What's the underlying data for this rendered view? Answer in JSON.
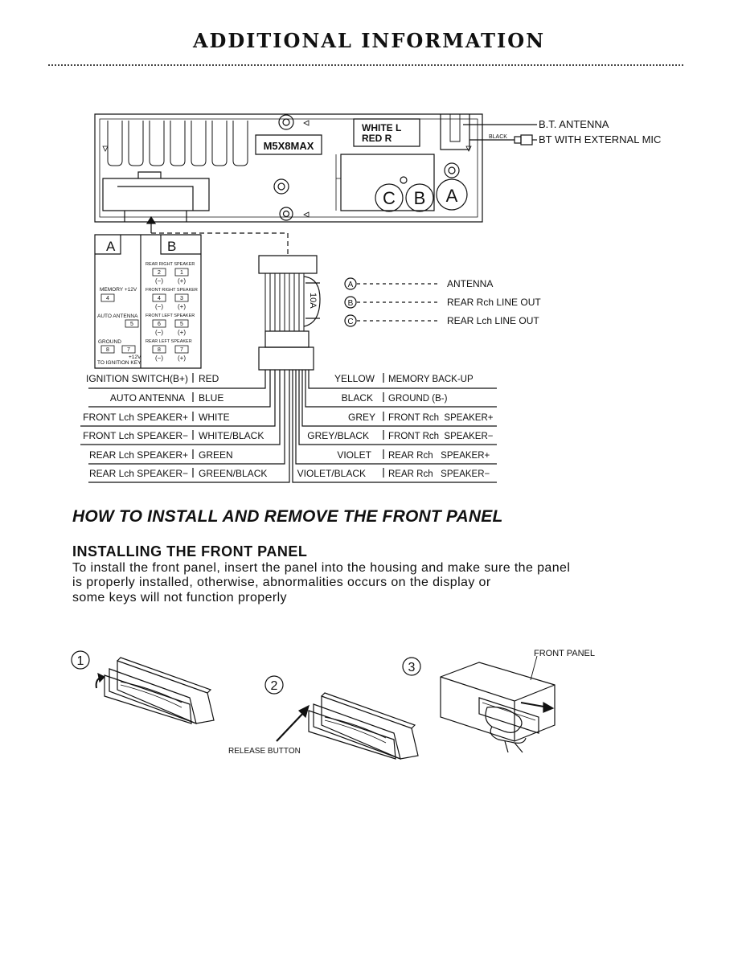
{
  "page": {
    "title": "ADDITIONAL INFORMATION"
  },
  "unit": {
    "model": "M5X8MAX",
    "wl_line1": "WHITE  L",
    "wl_line2": "RED      R",
    "socket_c": "C",
    "socket_b": "B",
    "socket_a": "A",
    "bt_antenna": "B.T. ANTENNA",
    "black_tag": "BLACK",
    "bt_mic": "BT WITH EXTERNAL MIC"
  },
  "connector": {
    "a_header": "A",
    "b_header": "B",
    "memory": "MEMORY +12V",
    "auto_antenna": "AUTO ANTENNA",
    "ground": "GROUND",
    "plus12": "+12V",
    "ign_key": "TO IGNITION KEY",
    "rr_spk": "REAR RIGHT SPEAKER",
    "fr_spk": "FRONT RIGHT SPEAKER",
    "fl_spk": "FRONT LEFT SPEAKER",
    "rl_spk": "REAR LEFT SPEAKER",
    "neg": "(−)",
    "pos": "(+)",
    "pins": {
      "a4": "4",
      "a5": "5",
      "a8": "8",
      "a7": "7",
      "b2": "2",
      "b1": "1",
      "b4": "4",
      "b3": "3",
      "b6": "6",
      "b5": "5",
      "b8": "8",
      "b7": "7"
    }
  },
  "fuse": "10A",
  "legend": [
    {
      "letter": "A",
      "text": "ANTENNA"
    },
    {
      "letter": "B",
      "text": "REAR Rch LINE OUT"
    },
    {
      "letter": "C",
      "text": "REAR Lch LINE OUT"
    }
  ],
  "wires_left": [
    {
      "func": "IGNITION SWITCH(B+)",
      "color": "RED"
    },
    {
      "func": "AUTO ANTENNA",
      "color": "BLUE"
    },
    {
      "func": "FRONT Lch SPEAKER+",
      "color": "WHITE"
    },
    {
      "func": "FRONT Lch SPEAKER−",
      "color": "WHITE/BLACK"
    },
    {
      "func": "REAR Lch SPEAKER+",
      "color": "GREEN"
    },
    {
      "func": "REAR Lch SPEAKER−",
      "color": "GREEN/BLACK"
    }
  ],
  "wires_right": [
    {
      "color": "YELLOW",
      "func": "MEMORY BACK-UP"
    },
    {
      "color": "BLACK",
      "func": "GROUND (B-)"
    },
    {
      "color": "GREY",
      "func": "FRONT Rch  SPEAKER+"
    },
    {
      "color": "GREY/BLACK",
      "func": "FRONT Rch  SPEAKER−"
    },
    {
      "color": "VIOLET",
      "func": "REAR Rch   SPEAKER+"
    },
    {
      "color": "VIOLET/BLACK",
      "func": "REAR Rch   SPEAKER−"
    }
  ],
  "section": {
    "heading": "HOW TO INSTALL AND REMOVE THE FRONT PANEL",
    "subheading": "INSTALLING THE FRONT PANEL",
    "line1": "To install the front panel, insert the panel into the housing and make sure the panel",
    "line2": "is properly installed, otherwise, abnormalities occurs on the display or",
    "line3": "some keys will not function properly"
  },
  "steps": {
    "s1": "1",
    "s2": "2",
    "s3": "3",
    "release": "RELEASE BUTTON",
    "front_panel": "FRONT PANEL"
  }
}
